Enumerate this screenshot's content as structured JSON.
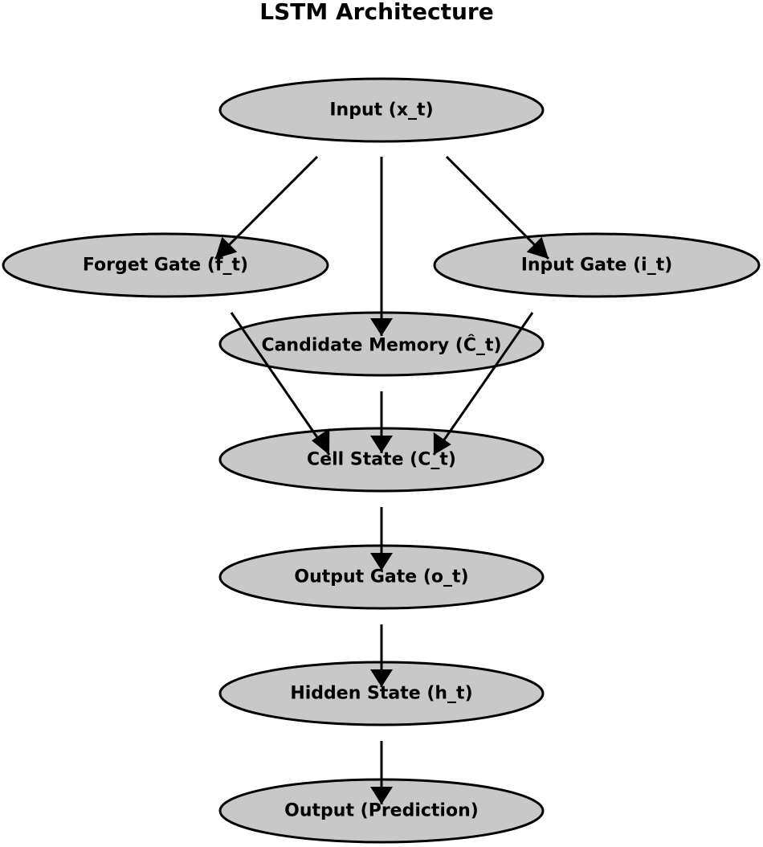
{
  "title": "LSTM Architecture",
  "nodes": {
    "input": "Input (x_t)",
    "forget_gate": "Forget Gate (f_t)",
    "input_gate": "Input Gate (i_t)",
    "candidate_memory": "Candidate Memory (Ĉ_t)",
    "cell_state": "Cell State (C_t)",
    "output_gate": "Output Gate (o_t)",
    "hidden_state": "Hidden State (h_t)",
    "output": "Output (Prediction)"
  },
  "colors": {
    "node_fill": "#c8c8c8",
    "stroke": "#000000",
    "text": "#000000"
  }
}
